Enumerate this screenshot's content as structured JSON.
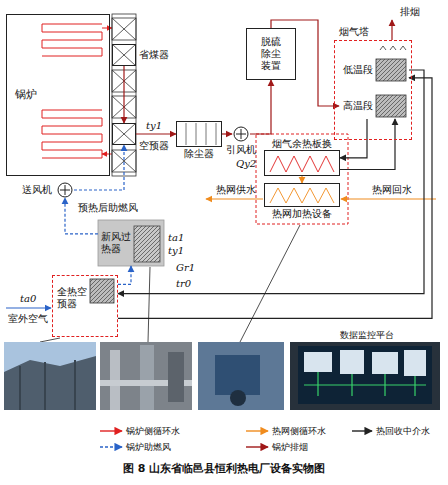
{
  "diagram": {
    "caption": "图 8 山东省临邑县恒利热电厂设备实物图",
    "nodes": [
      {
        "text": [
          "锅炉"
        ]
      },
      {
        "text": [
          "省煤器"
        ]
      },
      {
        "text": [
          "空预器"
        ]
      },
      {
        "text": [
          "除尘器"
        ]
      },
      {
        "text": [
          "引风机"
        ]
      },
      {
        "text": [
          "脱硫除尘装置"
        ]
      },
      {
        "text": [
          "烟气塔"
        ]
      },
      {
        "text": [
          "低温段"
        ],
        "in": 6
      },
      {
        "text": [
          "高温段"
        ],
        "in": 6
      },
      {
        "text": [
          "烟气余热板换"
        ]
      },
      {
        "text": [
          "热网加热设备"
        ]
      },
      {
        "text": [
          "送风机"
        ]
      },
      {
        "text": [
          "新风过热器"
        ]
      },
      {
        "text": [
          "全热空预器"
        ]
      }
    ],
    "edges": [
      {
        "from": 1,
        "to": 2,
        "arrow": "to"
      },
      {
        "from": 2,
        "to": 3,
        "arrow": "to"
      },
      {
        "from": 3,
        "to": 4,
        "arrow": "to"
      },
      {
        "from": 4,
        "to": 5,
        "arrow": "to"
      },
      {
        "from": 5,
        "to": 8,
        "arrow": "to"
      },
      {
        "from": 8,
        "to": 9,
        "arrow": "to"
      },
      {
        "from": 9,
        "to": 8,
        "arrow": "to"
      },
      {
        "from": 9,
        "to": 10,
        "arrow": "to"
      },
      {
        "from": 7,
        "to": 13,
        "arrow": "to"
      },
      {
        "from": 13,
        "to": 7,
        "arrow": "to"
      },
      {
        "from": 11,
        "to": 2,
        "arrow": "to"
      },
      {
        "from": 12,
        "to": 11,
        "arrow": "to"
      },
      {
        "from": 13,
        "to": 12,
        "arrow": "to"
      }
    ],
    "labels": [
      "排烟",
      "ty1",
      "Qy2",
      "热网回水",
      "热网供水",
      "预热后助燃风",
      "ta1",
      "ty1",
      "Gr1",
      "tr0",
      "ta0",
      "室外空气",
      "数据监控平台"
    ],
    "legend": [
      {
        "text": "锅炉侧循环水"
      },
      {
        "text": "热网侧循环水"
      },
      {
        "text": "热回收中介水"
      },
      {
        "text": "锅炉助燃风"
      },
      {
        "text": "锅炉排烟"
      }
    ]
  }
}
